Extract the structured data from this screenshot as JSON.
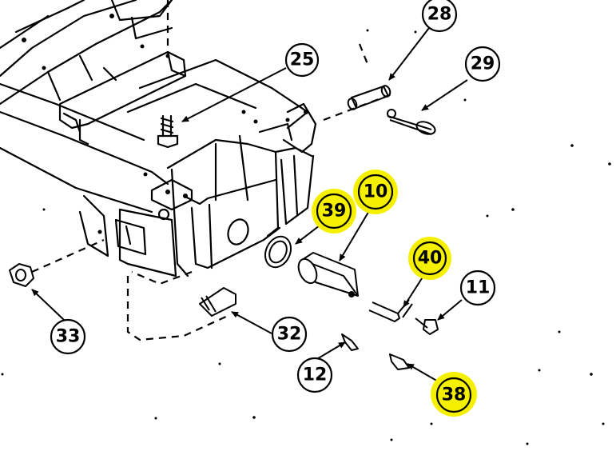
{
  "diagram": {
    "highlight_color": "#f5f000",
    "line_color": "#000000",
    "callouts": [
      {
        "id": "c28",
        "label": "28",
        "highlighted": false
      },
      {
        "id": "c29",
        "label": "29",
        "highlighted": false
      },
      {
        "id": "c25",
        "label": "25",
        "highlighted": false
      },
      {
        "id": "c10",
        "label": "10",
        "highlighted": true
      },
      {
        "id": "c39",
        "label": "39",
        "highlighted": true
      },
      {
        "id": "c40",
        "label": "40",
        "highlighted": true
      },
      {
        "id": "c11",
        "label": "11",
        "highlighted": false
      },
      {
        "id": "c33",
        "label": "33",
        "highlighted": false
      },
      {
        "id": "c32",
        "label": "32",
        "highlighted": false
      },
      {
        "id": "c12",
        "label": "12",
        "highlighted": false
      },
      {
        "id": "c38",
        "label": "38",
        "highlighted": true
      }
    ]
  }
}
